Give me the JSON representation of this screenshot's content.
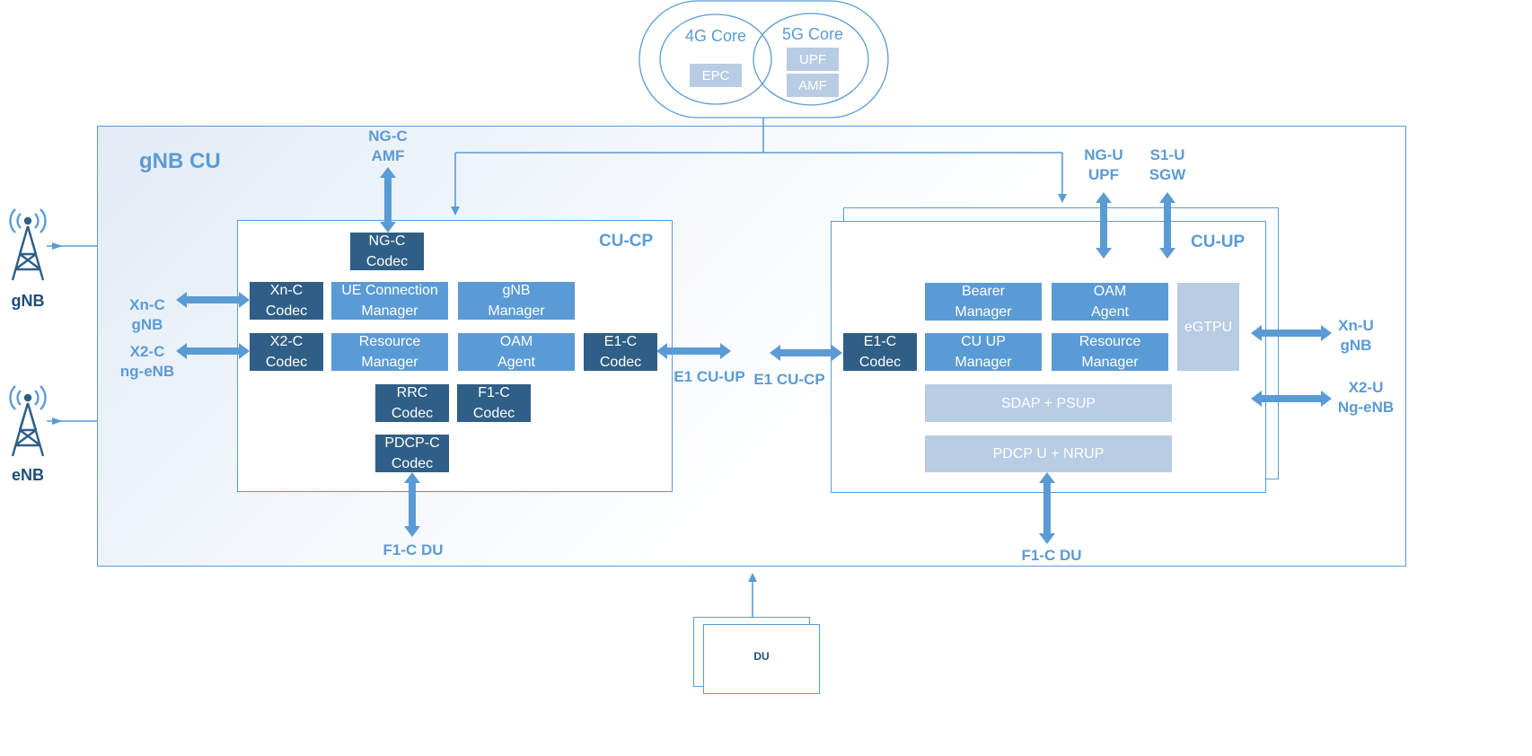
{
  "core": {
    "core4g_label": "4G Core",
    "core5g_label": "5G Core",
    "epc": "EPC",
    "upf": "UPF",
    "amf": "AMF"
  },
  "gnb_cu": {
    "title": "gNB CU"
  },
  "cu_cp": {
    "title": "CU-CP",
    "ngc_codec": "NG-C\nCodec",
    "xnc_codec": "Xn-C\nCodec",
    "x2c_codec": "X2-C\nCodec",
    "ue_conn_mgr": "UE Connection\nManager",
    "gnb_mgr": "gNB\nManager",
    "resource_mgr": "Resource\nManager",
    "oam_agent": "OAM\nAgent",
    "e1c_codec": "E1-C\nCodec",
    "rrc_codec": "RRC\nCodec",
    "f1c_codec": "F1-C\nCodec",
    "pdcpc_codec": "PDCP-C\nCodec"
  },
  "cu_up": {
    "title": "CU-UP",
    "bearer_mgr": "Bearer\nManager",
    "oam_agent": "OAM\nAgent",
    "egtpu": "eGTPU",
    "e1c_codec": "E1-C\nCodec",
    "cuup_mgr": "CU UP\nManager",
    "resource_mgr": "Resource\nManager",
    "sdap": "SDAP + PSUP",
    "pdcp": "PDCP U + NRUP"
  },
  "interfaces": {
    "ngc_amf": "NG-C\nAMF",
    "ngu_upf": "NG-U\nUPF",
    "s1u_sgw": "S1-U\nSGW",
    "xnc_gnb": "Xn-C\ngNB",
    "x2c_ngenb": "X2-C\nng-eNB",
    "e1_cuup": "E1 CU-UP",
    "e1_cucp": "E1 CU-CP",
    "xnu_gnb": "Xn-U\ngNB",
    "x2u_ngenb": "X2-U\nNg-eNB",
    "f1c_du_left": "F1-C DU",
    "f1c_du_right": "F1-C DU"
  },
  "nodes": {
    "gnb": "gNB",
    "enb": "eNB",
    "du": "DU"
  },
  "icons": {
    "tower": "cell-tower-icon"
  },
  "colors": {
    "primary": "#5b9bd5",
    "dark_box": "#2f5f86",
    "light_box": "#b8cce4",
    "label_dark": "#1f4e79"
  }
}
